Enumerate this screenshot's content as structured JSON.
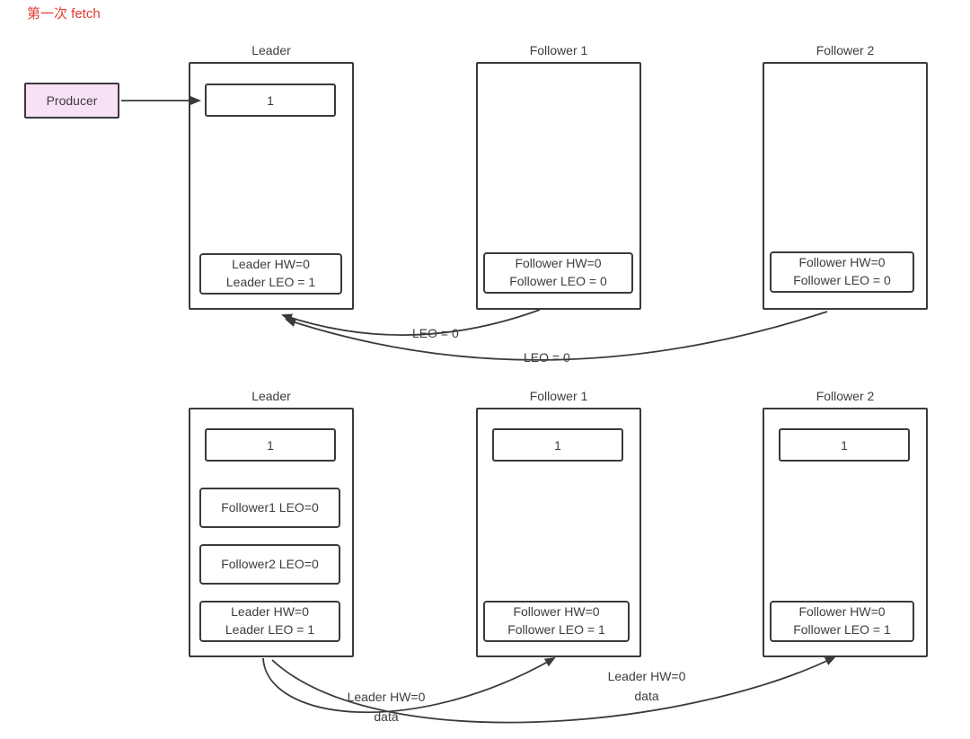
{
  "title": "第一次 fetch",
  "colors": {
    "title_red": "#e23a31",
    "line": "#3a3a3a",
    "producer_fill": "#f7e1f7"
  },
  "producer": {
    "label": "Producer"
  },
  "top_row": {
    "leader": {
      "title": "Leader",
      "message": "1",
      "status_line1": "Leader HW=0",
      "status_line2": "Leader LEO = 1"
    },
    "follower1": {
      "title": "Follower 1",
      "status_line1": "Follower HW=0",
      "status_line2": "Follower LEO = 0"
    },
    "follower2": {
      "title": "Follower 2",
      "status_line1": "Follower HW=0",
      "status_line2": "Follower LEO = 0"
    },
    "arrow_label_from_follower1": "LEO = 0",
    "arrow_label_from_follower2": "LEO = 0"
  },
  "bottom_row": {
    "leader": {
      "title": "Leader",
      "message": "1",
      "slot1": "Follower1 LEO=0",
      "slot2": "Follower2 LEO=0",
      "status_line1": "Leader HW=0",
      "status_line2": "Leader LEO = 1"
    },
    "follower1": {
      "title": "Follower 1",
      "message": "1",
      "status_line1": "Follower HW=0",
      "status_line2": "Follower LEO = 1"
    },
    "follower2": {
      "title": "Follower 2",
      "message": "1",
      "status_line1": "Follower HW=0",
      "status_line2": "Follower LEO = 1"
    },
    "arrow_to_follower1_line1": "Leader HW=0",
    "arrow_to_follower1_line2": "data",
    "arrow_to_follower2_line1": "Leader HW=0",
    "arrow_to_follower2_line2": "data"
  }
}
